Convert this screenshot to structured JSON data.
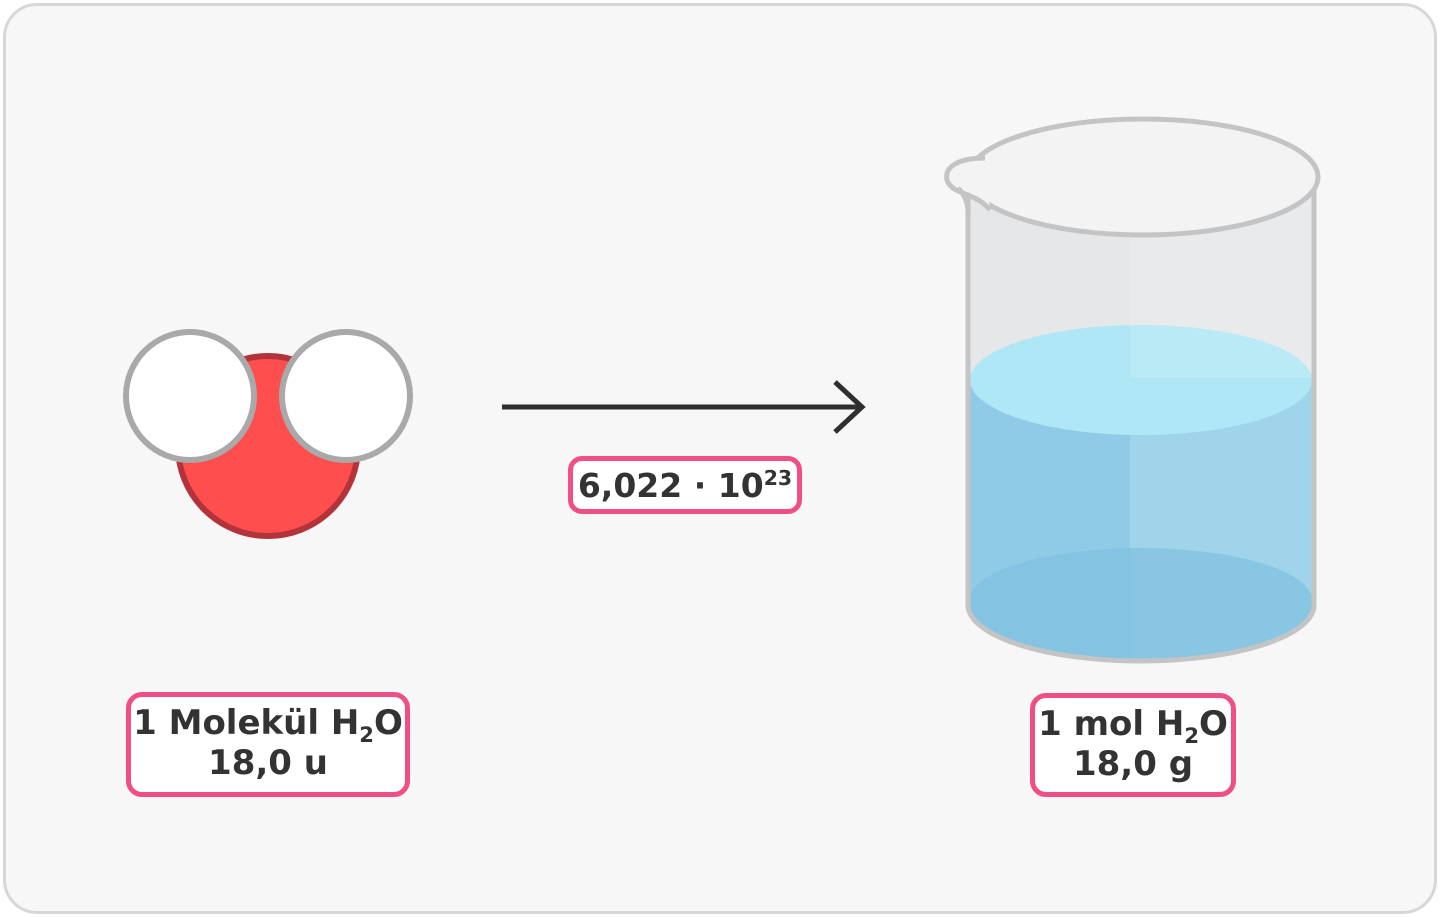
{
  "conversion": {
    "mantissa": "6,022",
    "dot": "·",
    "base": "10",
    "exponent": "23"
  },
  "molecule": {
    "line1_prefix": "1 Molekül H",
    "line1_subscript": "2",
    "line1_suffix": "O",
    "line2": "18,0 u"
  },
  "beaker": {
    "line1_prefix": "1 mol H",
    "line1_subscript": "2",
    "line1_suffix": "O",
    "line2": "18,0 g"
  },
  "colors": {
    "background": "#f7f7f7",
    "frame_border": "#d7d7d7",
    "label_border": "#f04f86",
    "oxygen": "#ff4e4e",
    "oxygen_outline": "#b3333a",
    "hydrogen": "#ffffff",
    "hydrogen_outline": "#a9a9a9",
    "arrow": "#2f2f2f",
    "water_top": "#b0e7f6",
    "water": "#8fcbe6",
    "glass": "#e6e7e9",
    "glass_outline": "#c4c4c4"
  },
  "icons": {
    "molecule": "water-molecule-icon",
    "arrow": "right-arrow-icon",
    "beaker": "beaker-icon"
  }
}
